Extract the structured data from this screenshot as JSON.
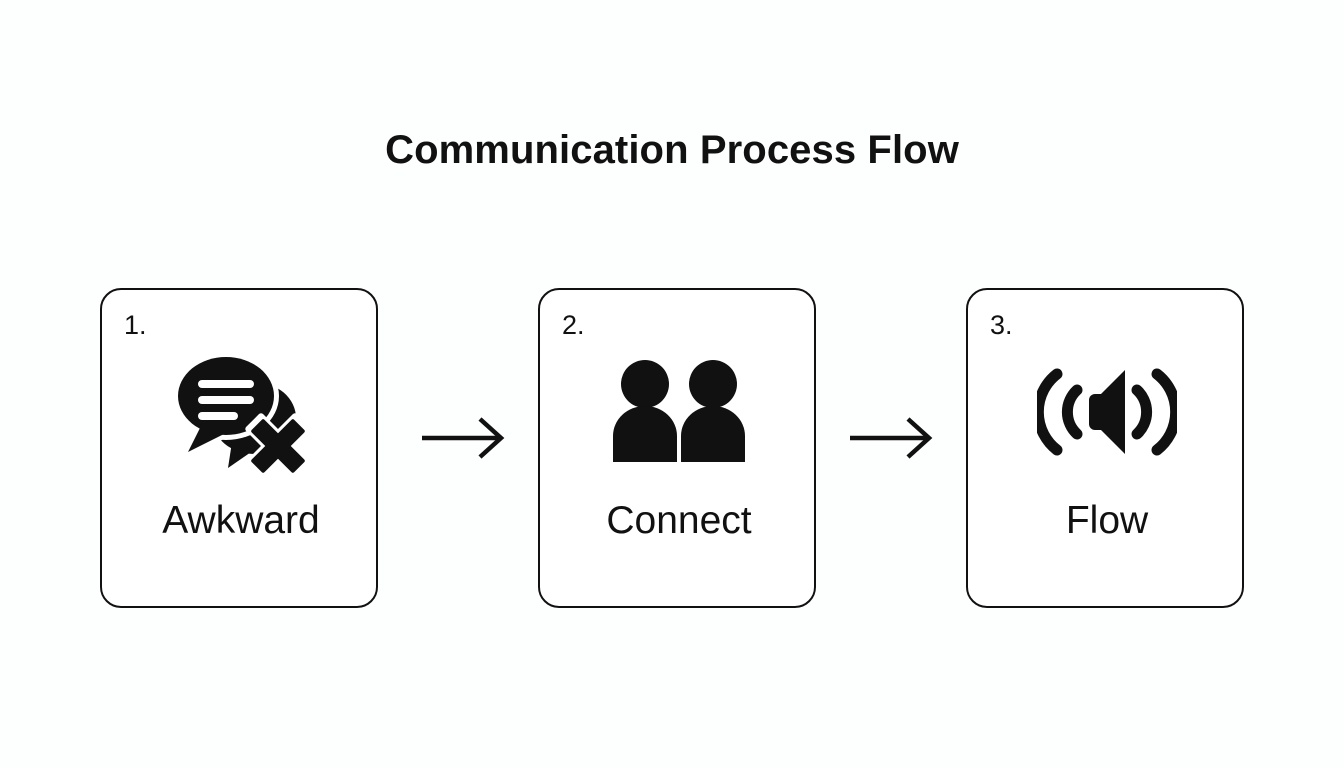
{
  "diagram": {
    "title": "Communication Process Flow",
    "background_color": "#fdfefe",
    "stroke_color": "#111111",
    "card_fill_color": "#ffffff",
    "steps": [
      {
        "number": "1.",
        "label": "Awkward",
        "icon": "speech-bubbles-with-x-icon"
      },
      {
        "number": "2.",
        "label": "Connect",
        "icon": "two-people-icon"
      },
      {
        "number": "3.",
        "label": "Flow",
        "icon": "speaker-sound-waves-icon"
      }
    ],
    "connectors": [
      {
        "icon": "arrow-right-icon"
      },
      {
        "icon": "arrow-right-icon"
      }
    ]
  }
}
